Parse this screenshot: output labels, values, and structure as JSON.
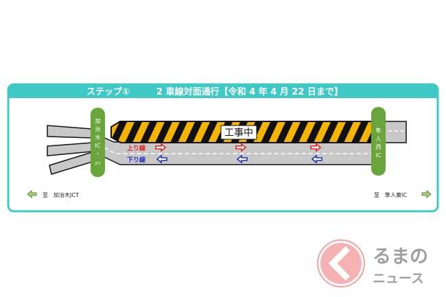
{
  "header": {
    "step": "ステップ①",
    "title": "2 車線対面通行【令和 4 年 4 月 22 日まで】"
  },
  "left_ic": {
    "chars": [
      "加",
      "治",
      "木",
      "IC",
      "・",
      "JCT"
    ]
  },
  "right_ic": {
    "chars": [
      "隼",
      "人",
      "西",
      "IC"
    ]
  },
  "construction_label": "工事中",
  "lanes": {
    "up": "上り線",
    "down": "下り線"
  },
  "directions": {
    "left": "至　加治木JCT",
    "right": "至　隼人東IC"
  },
  "logo": {
    "text_line1": "るまの",
    "text_line2": "ニュース"
  },
  "colors": {
    "teal": "#3ec9c6",
    "green": "#6aa53c",
    "hazard": "#f5b400",
    "up": "#e02020",
    "down": "#2030c0",
    "road": "#c8c8c8"
  }
}
